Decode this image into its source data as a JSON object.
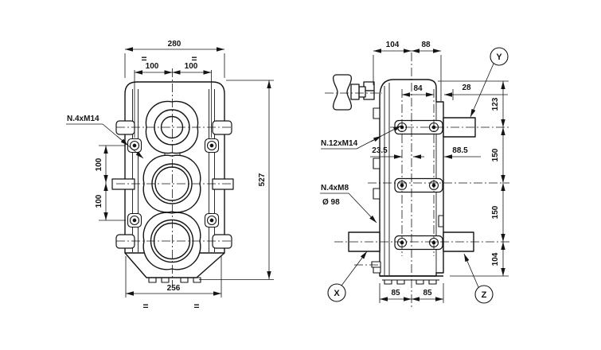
{
  "drawing": {
    "front_view": {
      "dim_overall_width": "280",
      "equals_mark": "=",
      "dim_hole_span_left": "100",
      "dim_hole_span_right": "100",
      "dim_height": "527",
      "dim_hole_vert_upper": "100",
      "dim_hole_vert_lower": "100",
      "dim_base_width": "256",
      "holes_label": "N.4xM14"
    },
    "side_view": {
      "dim_depth_left": "104",
      "dim_depth_right": "88",
      "dim_bolt_span": "84",
      "dim_shaft_stub": "28",
      "dim_top_to_shaft_y": "123",
      "dim_shaft_spacing_upper": "150",
      "dim_shaft_spacing_lower": "150",
      "dim_shaft_to_base": "104",
      "dim_offset_small": "23.5",
      "dim_offset_right": "88.5",
      "dim_base_left": "85",
      "dim_base_right": "85",
      "holes_label": "N.12xM14",
      "holes_label_small": "N.4xM8",
      "bore_diameter": "Ø 98",
      "callout_x": "X",
      "callout_y": "Y",
      "callout_z": "Z"
    }
  }
}
